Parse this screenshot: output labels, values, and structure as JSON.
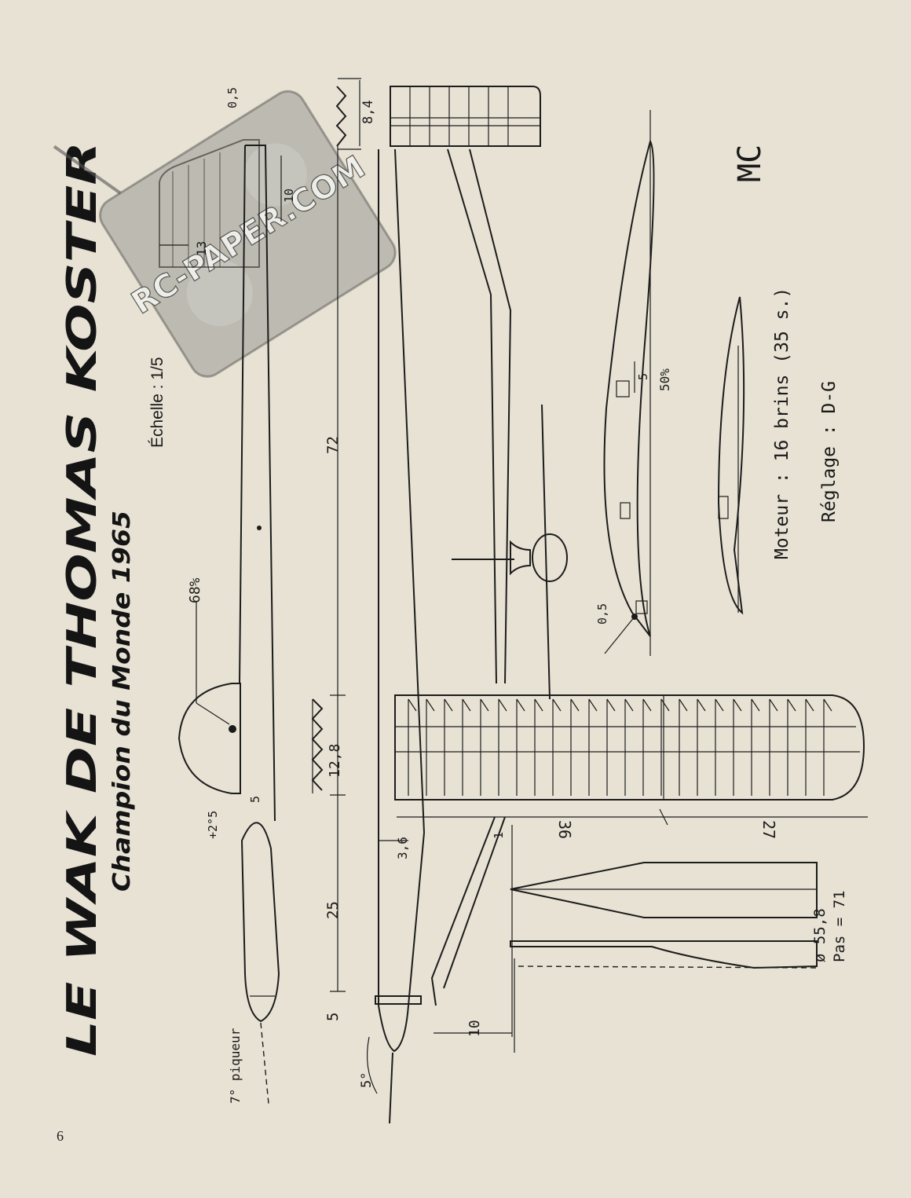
{
  "title": "LE WAK DE THOMAS KOSTER",
  "subtitle": "Champion du Monde 1965",
  "scale_label": "Échelle : 1/5",
  "watermark": "RC-PAPER.COM",
  "page_number": "6",
  "initials": "MC",
  "notes": {
    "moteur": "Moteur : 16 brins (35 s.)",
    "reglage": "Réglage : D-G"
  },
  "propeller": {
    "diameter": "ø 55,8",
    "pitch": "Pas = 71"
  },
  "dimensions": {
    "d72": "72",
    "d25": "25",
    "d5a": "5",
    "d12_8": "12,8",
    "d8_4": "8,4",
    "d36": "36",
    "d27": "27",
    "d3_6": "3,6",
    "d10a": "10",
    "d13": "13",
    "d10b": "10",
    "d0_5a": "0,5",
    "d0_5b": "0,5",
    "d5b": "5",
    "d5c": "5",
    "d1": "1",
    "pct68": "68%",
    "pct50": "50%",
    "incidence": "+2°5",
    "piqueur": "7° piqueur",
    "prop_angle": "5°"
  }
}
